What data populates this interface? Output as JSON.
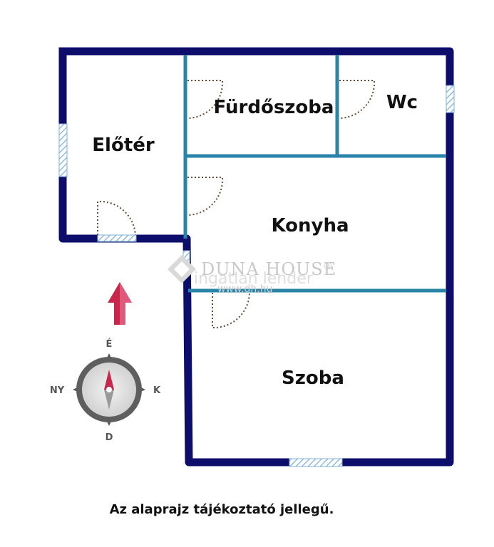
{
  "rooms": {
    "eloter": "Előtér",
    "furdoszoba": "Fürdőszoba",
    "wc": "Wc",
    "konyha": "Konyha",
    "szoba": "Szoba"
  },
  "compass": {
    "north": "É",
    "west": "NY",
    "east": "K",
    "south": "D"
  },
  "watermark": {
    "brand": "DUNA HOUSE",
    "registered": "®",
    "tagline": "ingatlan lender",
    "url": "www.dh.hu"
  },
  "caption": "Az alaprajz tájékoztató jellegű.",
  "colors": {
    "outer_wall": "#0d0d6b",
    "inner_wall": "#2a84a8",
    "door": "#6b4a33",
    "arrow": "#c8264b",
    "window_hatch": "#7fb1d6"
  }
}
